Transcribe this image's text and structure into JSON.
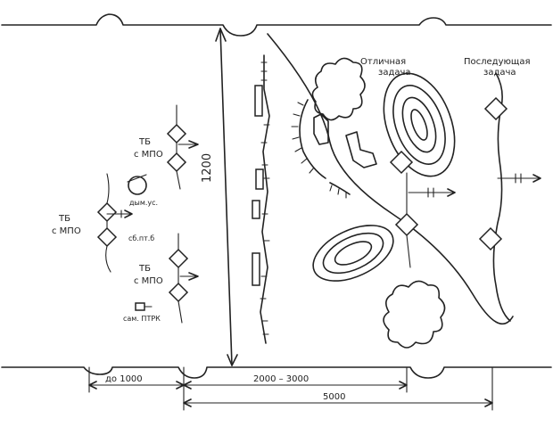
{
  "labels": {
    "tb_top": "ТБ",
    "tb_top_sub": "с МПО",
    "tb_mid": "ТБ",
    "tb_mid_sub": "с МПО",
    "tb_bot": "ТБ",
    "tb_bot_sub": "с МПО",
    "gun_note": "дым.ус.",
    "sbp_note": "сб.пт.б",
    "sam_note": "сам. ПТРК",
    "front_left": "Отличная",
    "front_left_sub": "задача",
    "front_right": "Последующая",
    "front_right_sub": "задача",
    "depth": "1200",
    "dim_front": "до 1000",
    "dim_mid": "2000 – 3000",
    "dim_total": "5000"
  },
  "colors": {
    "ink": "#222222",
    "paper": "#ffffff"
  }
}
